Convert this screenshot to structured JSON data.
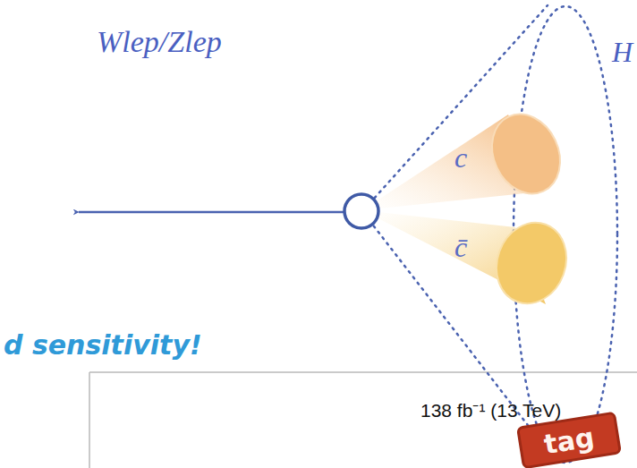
{
  "diagram": {
    "nodes": [
      {
        "text": [
          "H"
        ]
      },
      {
        "text": [
          "c"
        ],
        "in": 0
      },
      {
        "text": [
          "c̄"
        ],
        "in": 0
      },
      {
        "text": [
          "tag"
        ]
      }
    ],
    "labels": [
      "Wlep/Zlep",
      "d sensitivity!",
      "138 fb⁻¹ (13 TeV)"
    ]
  }
}
